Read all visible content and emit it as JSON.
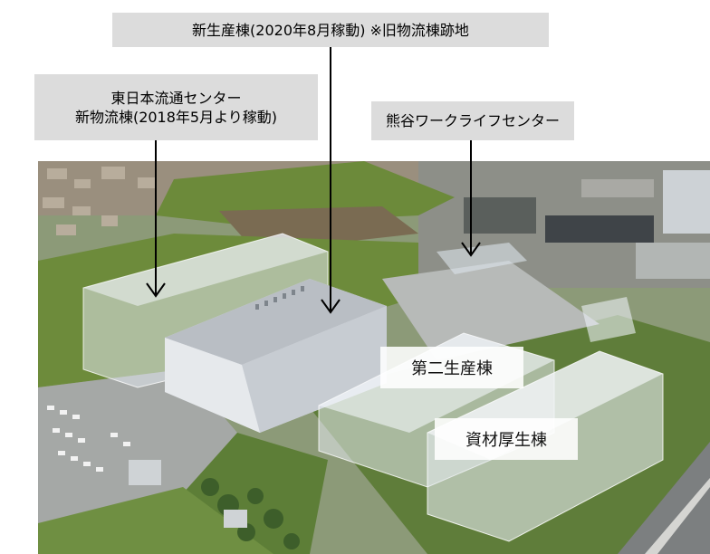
{
  "labels": {
    "new_production": "新生産棟(2020年8月稼動) ※旧物流棟跡地",
    "east_japan_line1": "東日本流通センター",
    "east_japan_line2": "新物流棟(2018年5月より稼動)",
    "kumagaya": "熊谷ワークライフセンター",
    "second_production": "第二生産棟",
    "materials_welfare": "資材厚生棟"
  },
  "colors": {
    "label_bg": "#dcdcdc",
    "grass": "#6f8d3c",
    "building": "#d9dde3",
    "ghost_volume": "rgba(230,235,240,0.55)"
  }
}
